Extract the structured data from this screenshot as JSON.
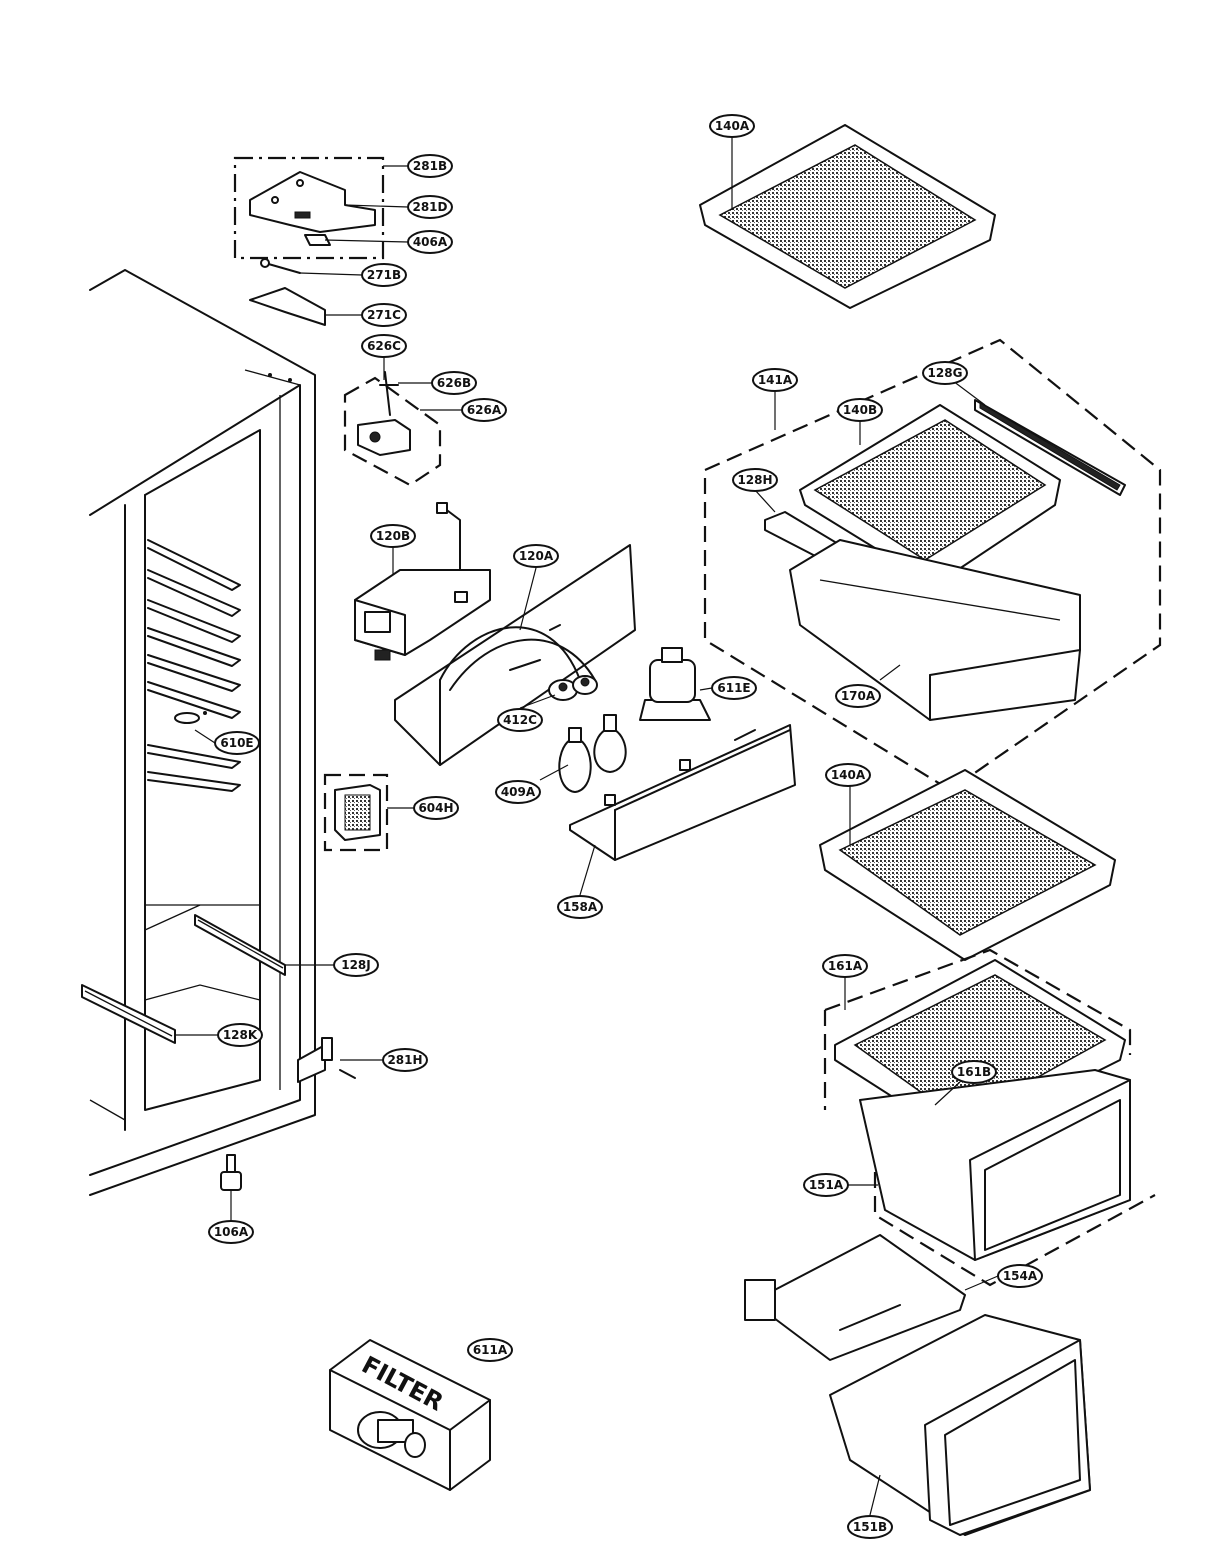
{
  "callouts": {
    "c281B": "281B",
    "c281D": "281D",
    "c406A": "406A",
    "c271B": "271B",
    "c271C": "271C",
    "c626C": "626C",
    "c626B": "626B",
    "c626A": "626A",
    "c120B": "120B",
    "c120A": "120A",
    "c412C": "412C",
    "c611E": "611E",
    "c409A": "409A",
    "c610E": "610E",
    "c604H": "604H",
    "c158A": "158A",
    "c128J": "128J",
    "c128K": "128K",
    "c281H": "281H",
    "c106A": "106A",
    "c611A": "611A",
    "c140A_top": "140A",
    "c141A": "141A",
    "c128G": "128G",
    "c140B": "140B",
    "c128H": "128H",
    "c170A": "170A",
    "c140A_mid": "140A",
    "c161A": "161A",
    "c161B": "161B",
    "c151A": "151A",
    "c154A": "154A",
    "c151B": "151B"
  },
  "filter_label": "FILTER"
}
